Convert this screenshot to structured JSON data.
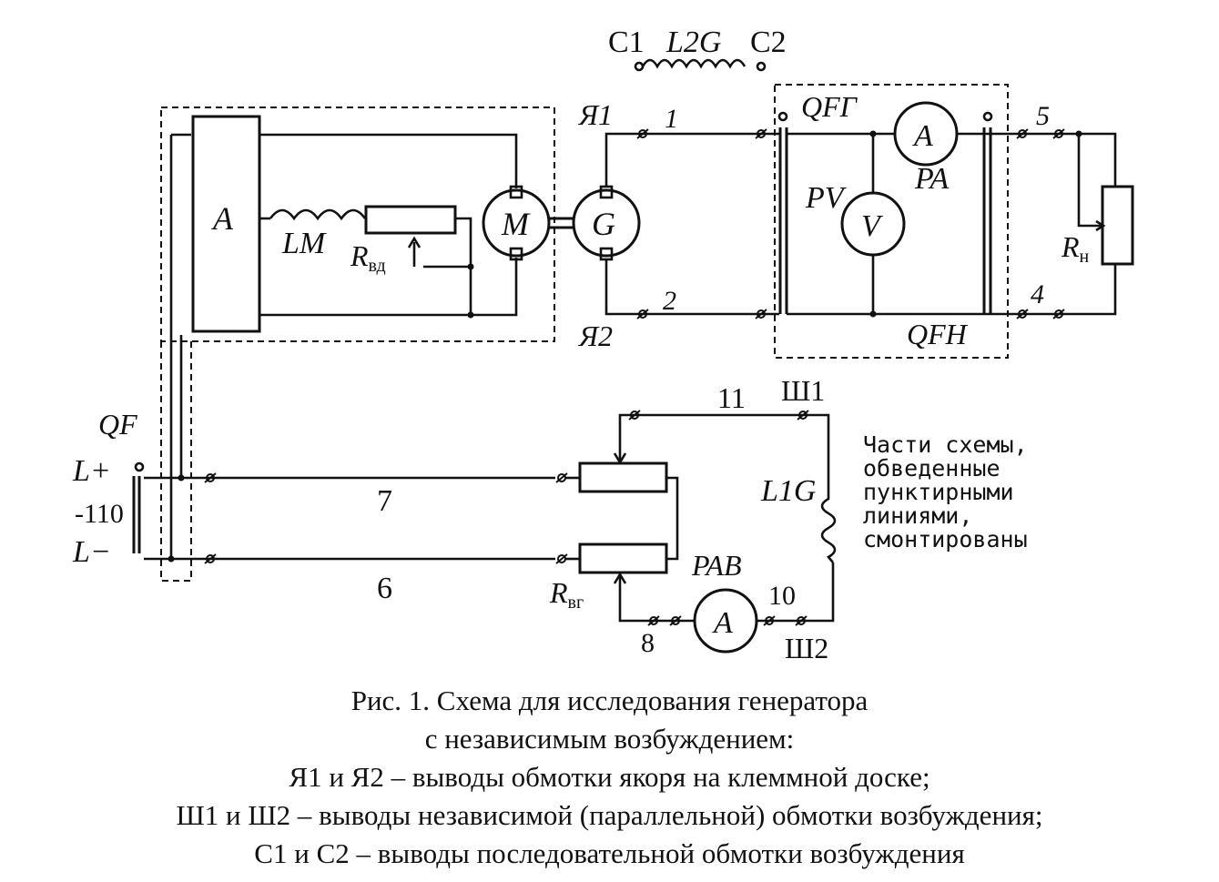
{
  "labels": {
    "c1": "C1",
    "l2g": "L2G",
    "c2": "C2",
    "ya1": "Я1",
    "ya2": "Я2",
    "w1": "1",
    "w2": "2",
    "w4": "4",
    "w5": "5",
    "w6": "6",
    "w7": "7",
    "w8": "8",
    "w10": "10",
    "w11": "11",
    "qfg": "QFГ",
    "qfn": "QFH",
    "qf": "QF",
    "pa": "PA",
    "pv": "PV",
    "pab": "PAB",
    "ammeter": "A",
    "voltmeter": "V",
    "a_block": "A",
    "motor": "M",
    "generator": "G",
    "lm": "LM",
    "r_vd": "R",
    "r_vd_sub": "вд",
    "r_vg": "R",
    "r_vg_sub": "вг",
    "r_n": "R",
    "r_n_sub": "н",
    "sh1": "Ш1",
    "sh2": "Ш2",
    "l1g": "L1G",
    "lplus": "L+",
    "lminus": "L−",
    "v110": "-110"
  },
  "note": {
    "line1": "Части схемы,",
    "line2": "обведенные",
    "line3": "пунктирными",
    "line4": "линиями,",
    "line5": "смонтированы"
  },
  "caption": {
    "line1": "Рис. 1. Схема для исследования генератора",
    "line2": "с независимым возбуждением:",
    "line3": "Я1 и Я2 – выводы обмотки якоря на клеммной доске;",
    "line4": "Ш1 и Ш2 – выводы независимой (параллельной) обмотки возбуждения;",
    "line5": "С1 и С2 – выводы последовательной обмотки возбуждения"
  }
}
